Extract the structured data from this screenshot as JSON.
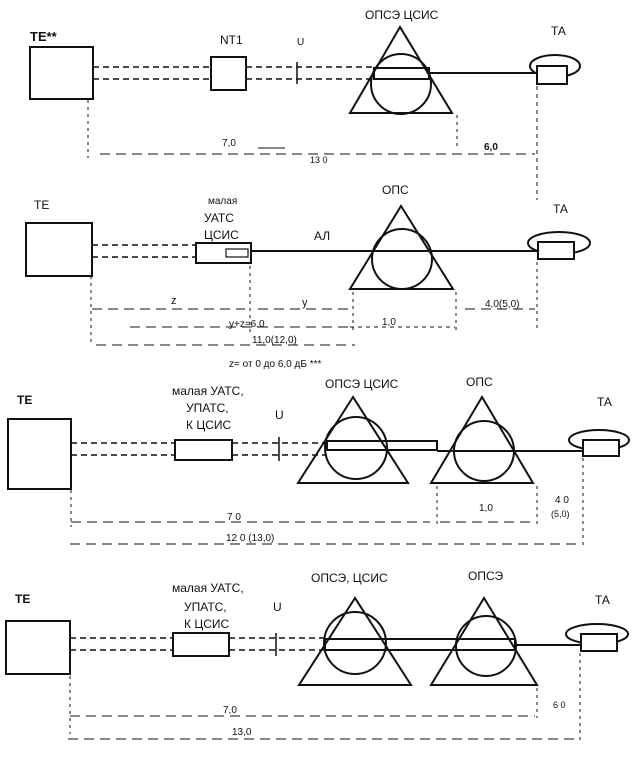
{
  "d1": {
    "te": "TE**",
    "nt1": "NT1",
    "u": "U",
    "onse": "ОПСЭ ЦСИС",
    "ta": "ТА",
    "d70": "7,0",
    "d130": "13 0",
    "d60": "6,0"
  },
  "d2": {
    "te": "ТЕ",
    "pbx_line1": "малая",
    "pbx_line2": "УАТС",
    "pbx_line3": "ЦСИС",
    "al": "АЛ",
    "ops": "ОПС",
    "ta": "ТА",
    "z": "z",
    "y": "y",
    "yz": "y+z=6,0",
    "d10": "1,0",
    "d40": "4,0(5,0)",
    "d110": "11,0(12,0)",
    "note": "z= от 0 до 6,0 дБ ***"
  },
  "d3": {
    "te": "ТЕ",
    "pbx_line1": "малая УАТС,",
    "pbx_line2": "УПАТС,",
    "pbx_line3": "К ЦСИС",
    "u": "U",
    "onse": "ОПСЭ ЦСИС",
    "ops": "ОПС",
    "ta": "ТА",
    "d70": "7 0",
    "d120": "12 0 (13,0)",
    "d10": "1,0",
    "d40a": "4 0",
    "d40b": "(5,0)"
  },
  "d4": {
    "te": "ТЕ",
    "pbx_line1": "малая УАТС,",
    "pbx_line2": "УПАТС,",
    "pbx_line3": "К ЦСИС",
    "u": "U",
    "onse": "ОПСЭ, ЦСИС",
    "onse2": "ОПСЭ",
    "ta": "ТА",
    "d70": "7,0",
    "d130": "13,0",
    "d60": "6 0"
  }
}
